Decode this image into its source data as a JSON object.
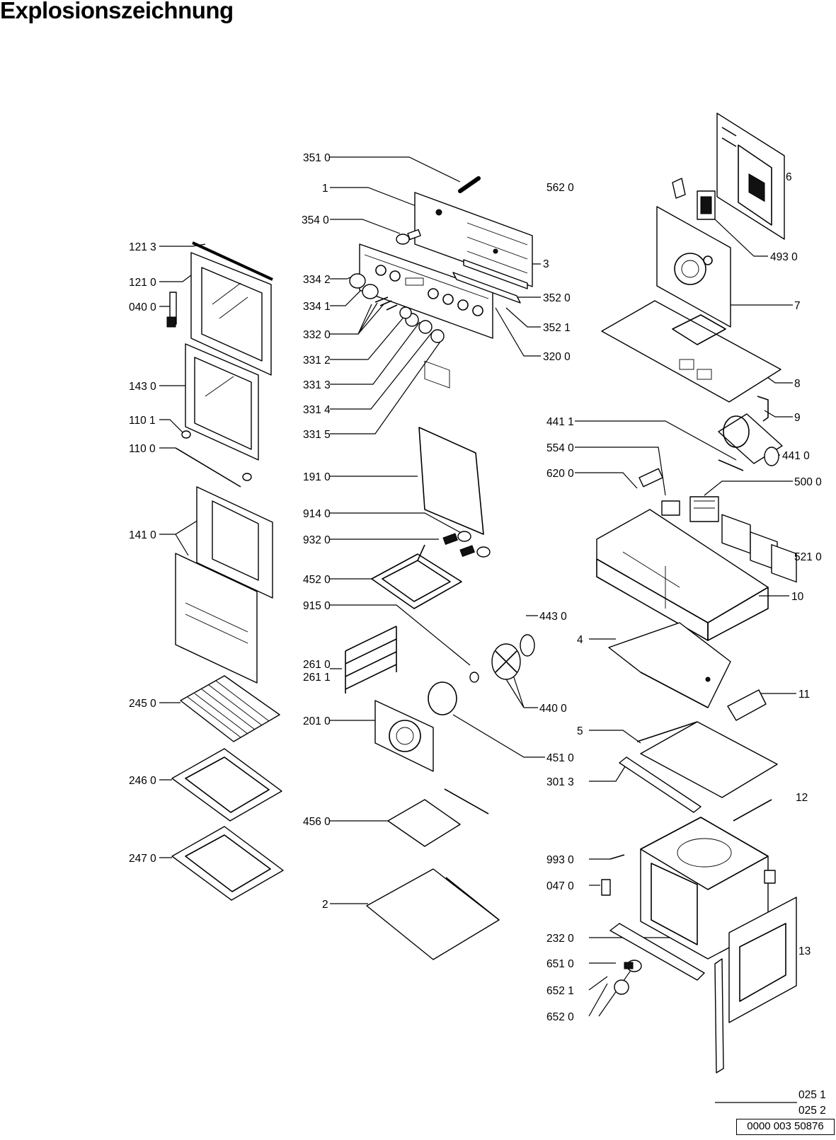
{
  "title": "Explosionszeichnung",
  "document_number": "0000 003 50876",
  "labels": {
    "l_351_0": "351 0",
    "l_1": "1",
    "l_562_0": "562 0",
    "l_354_0": "354 0",
    "l_3": "3",
    "l_334_2": "334 2",
    "l_334_1": "334 1",
    "l_352_0": "352 0",
    "l_352_1": "352 1",
    "l_332_0": "332 0",
    "l_320_0": "320 0",
    "l_331_2": "331 2",
    "l_331_3": "331 3",
    "l_331_4": "331 4",
    "l_331_5": "331 5",
    "l_121_3": "121 3",
    "l_121_0": "121 0",
    "l_040_0": "040 0",
    "l_143_0": "143 0",
    "l_110_1": "110 1",
    "l_110_0": "110 0",
    "l_141_0": "141 0",
    "l_245_0": "245 0",
    "l_246_0": "246 0",
    "l_247_0": "247 0",
    "l_191_0": "191 0",
    "l_914_0": "914 0",
    "l_932_0": "932 0",
    "l_452_0": "452 0",
    "l_915_0": "915 0",
    "l_443_0": "443 0",
    "l_261_0": "261 0",
    "l_261_1": "261 1",
    "l_201_0": "201 0",
    "l_440_0": "440 0",
    "l_451_0": "451 0",
    "l_456_0": "456 0",
    "l_2": "2",
    "l_6": "6",
    "l_493_0": "493 0",
    "l_7": "7",
    "l_8": "8",
    "l_9": "9",
    "l_441_1": "441 1",
    "l_441_0": "441 0",
    "l_554_0": "554 0",
    "l_620_0": "620 0",
    "l_500_0": "500 0",
    "l_521_0": "521 0",
    "l_10": "10",
    "l_4": "4",
    "l_11": "11",
    "l_5": "5",
    "l_301_3": "301 3",
    "l_12": "12",
    "l_993_0": "993 0",
    "l_047_0": "047 0",
    "l_232_0": "232 0",
    "l_13": "13",
    "l_651_0": "651 0",
    "l_652_1": "652 1",
    "l_652_0": "652 0",
    "l_025_1": "025 1",
    "l_025_2": "025 2"
  }
}
